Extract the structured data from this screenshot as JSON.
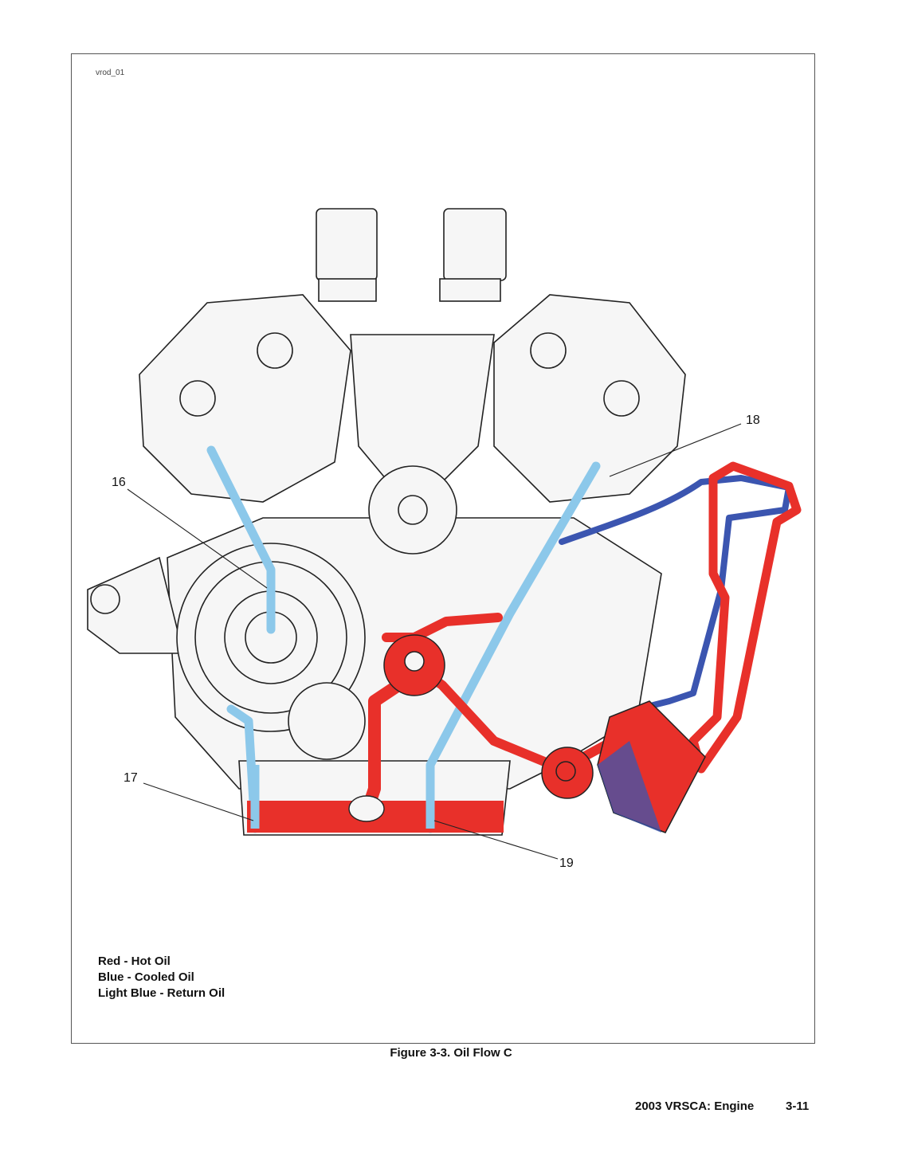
{
  "figure": {
    "tag": "vrod_01",
    "callouts": [
      "16",
      "17",
      "18",
      "19"
    ],
    "legend": [
      "Red - Hot Oil",
      "Blue - Cooled Oil",
      "Light Blue - Return Oil"
    ],
    "caption": "Figure 3-3. Oil Flow C"
  },
  "footer": {
    "section": "2003 VRSCA: Engine",
    "page": "3-11"
  },
  "colors": {
    "hot_oil": "#e8302a",
    "cooled_oil": "#3b55b0",
    "return_oil": "#8cc8ea",
    "line_art": "#222222"
  }
}
